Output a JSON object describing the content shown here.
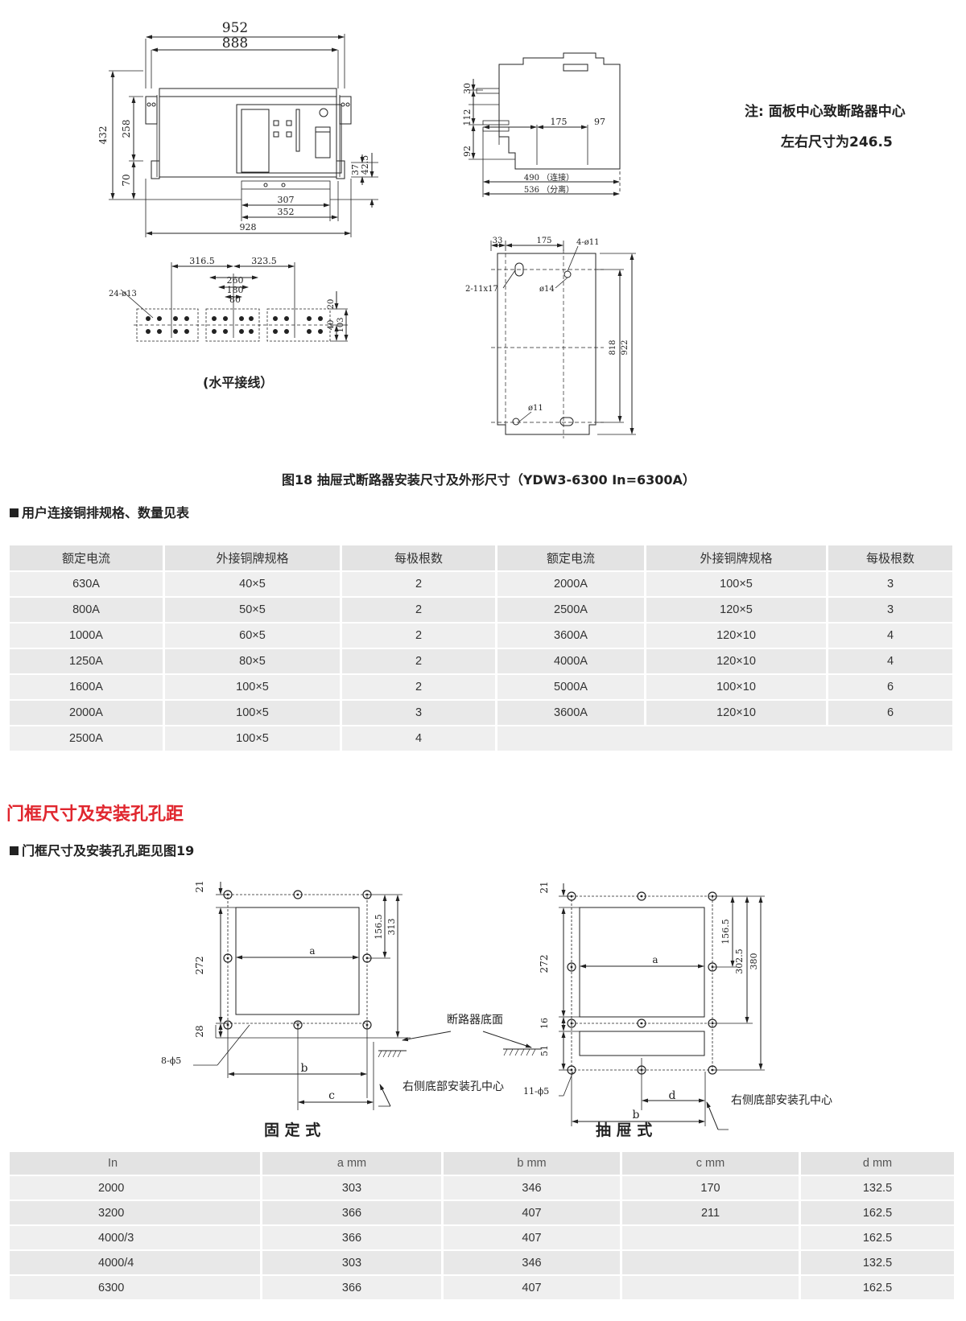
{
  "fig18": {
    "front": {
      "d952": "952",
      "d888": "888",
      "d432": "432",
      "d258": "258",
      "d70": "70",
      "d37": "37",
      "d42_5": "42.5",
      "d307": "307",
      "d352": "352",
      "d928": "928"
    },
    "side": {
      "d30": "30",
      "d112": "112",
      "d92": "92",
      "d175": "175",
      "d97": "97",
      "d490": "490 （连接）",
      "d536": "536 （分离）"
    },
    "note_line1": "注: 面板中心致断路器中心",
    "note_line2": "左右尺寸为246.5",
    "terminals": {
      "d316_5": "316.5",
      "d323_5": "323.5",
      "d260": "260",
      "d180": "180",
      "d80": "80",
      "d24_13": "24-ø13",
      "d20": "20",
      "d40": "40",
      "d103": "103"
    },
    "horizontal_label": "(水平接线）",
    "mount": {
      "d33": "33",
      "d175": "175",
      "d4_11": "4-ø11",
      "d2_11x17": "2-11x17",
      "d14": "ø14",
      "d818": "818",
      "d922": "922",
      "d11": "ø11"
    },
    "caption": "图18  抽屉式断路器安装尺寸及外形尺寸（YDW3-6300 In=6300A）"
  },
  "busbar": {
    "heading": "用户连接铜排规格、数量见表",
    "headers": [
      "额定电流",
      "外接铜牌规格",
      "每极根数",
      "额定电流",
      "外接铜牌规格",
      "每极根数"
    ],
    "rows": [
      [
        "630A",
        "40×5",
        "2",
        "2000A",
        "100×5",
        "3"
      ],
      [
        "800A",
        "50×5",
        "2",
        "2500A",
        "120×5",
        "3"
      ],
      [
        "1000A",
        "60×5",
        "2",
        "3600A",
        "120×10",
        "4"
      ],
      [
        "1250A",
        "80×5",
        "2",
        "4000A",
        "120×10",
        "4"
      ],
      [
        "1600A",
        "100×5",
        "2",
        "5000A",
        "100×10",
        "6"
      ],
      [
        "2000A",
        "100×5",
        "3",
        "3600A",
        "120×10",
        "6"
      ],
      [
        "2500A",
        "100×5",
        "4",
        "",
        "",
        ""
      ]
    ]
  },
  "door": {
    "title": "门框尺寸及安装孔孔距",
    "subheading": "门框尺寸及安装孔孔距见图19",
    "fixed": {
      "d21": "21",
      "d272": "272",
      "d28": "28",
      "d156_5": "156.5",
      "d313": "313",
      "a": "a",
      "b": "b",
      "c": "c",
      "holes": "8-ϕ5",
      "label": "固 定 式"
    },
    "draw": {
      "d21": "21",
      "d272": "272",
      "d16": "16",
      "d51": "51",
      "d156_5": "156.5",
      "d302_5": "302.5",
      "d380": "380",
      "a": "a",
      "b": "b",
      "d": "d",
      "holes": "11-ϕ5",
      "label": "抽 屉 式"
    },
    "bottom_label": "断路器底面",
    "right_hole_label": "右侧底部安装孔中心"
  },
  "frame_table": {
    "headers": [
      "In",
      "a mm",
      "b mm",
      "c mm",
      "d mm"
    ],
    "rows": [
      [
        "2000",
        "303",
        "346",
        "170",
        "132.5"
      ],
      [
        "3200",
        "366",
        "407",
        "211",
        "162.5"
      ],
      [
        "4000/3",
        "366",
        "407",
        "",
        "162.5"
      ],
      [
        "4000/4",
        "303",
        "346",
        "",
        "132.5"
      ],
      [
        "6300",
        "366",
        "407",
        "",
        "162.5"
      ]
    ]
  }
}
